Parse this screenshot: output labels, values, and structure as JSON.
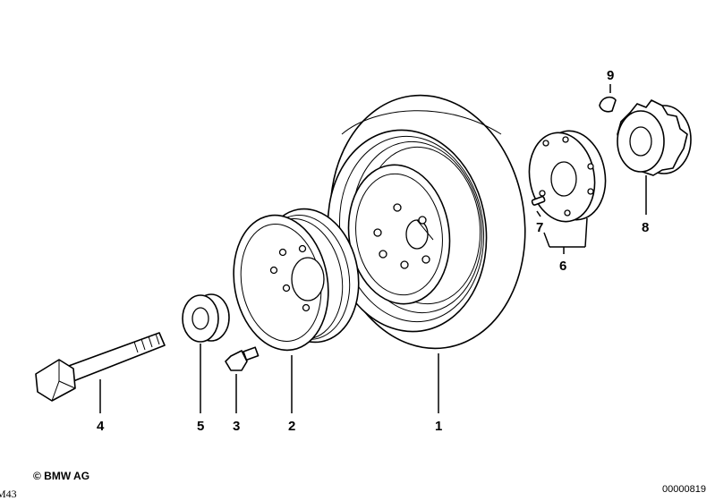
{
  "callouts": {
    "c1": "1",
    "c2": "2",
    "c3": "3",
    "c4": "4",
    "c5": "5",
    "c6": "6",
    "c7": "7",
    "c8": "8",
    "c9": "9"
  },
  "footer": {
    "copyright": "© BMW AG",
    "doc_number": "00000819",
    "edge_code": "M43"
  }
}
